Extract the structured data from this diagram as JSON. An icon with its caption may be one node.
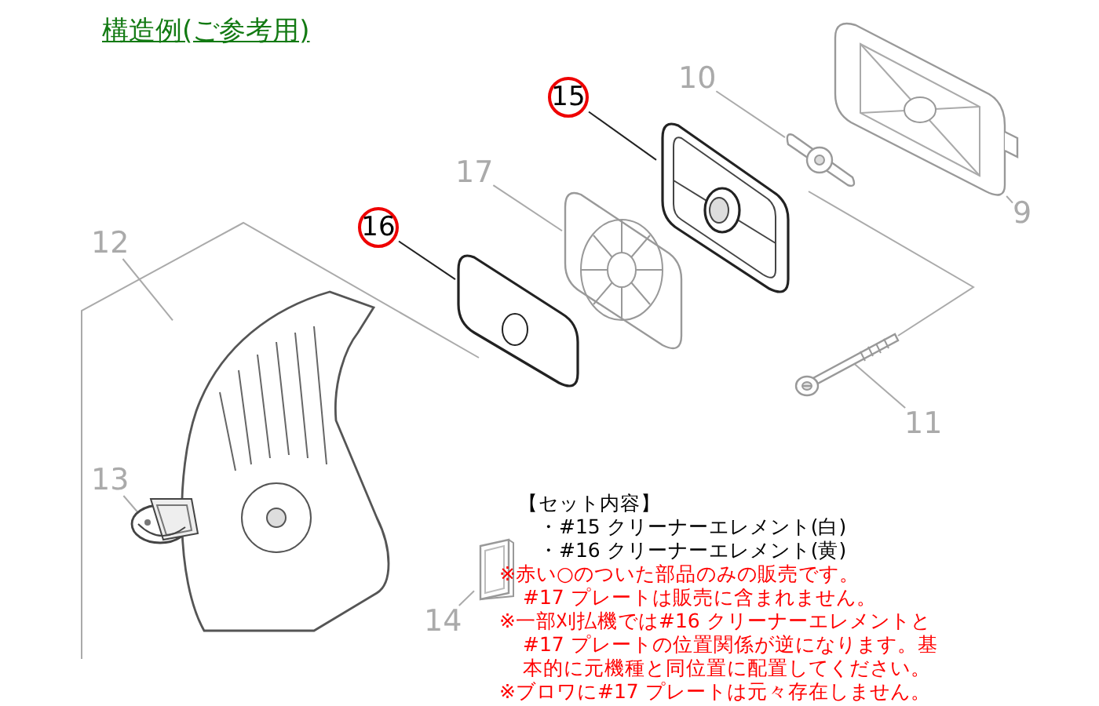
{
  "diagram": {
    "title": "構造例(ご参考用)",
    "nodes": [
      {
        "text": [
          "15"
        ]
      },
      {
        "text": [],
        "shape": "picture"
      },
      {
        "text": [
          "16"
        ]
      },
      {
        "text": [],
        "shape": "picture"
      },
      {
        "text": [
          "17"
        ]
      },
      {
        "text": [],
        "shape": "picture"
      },
      {
        "text": [
          "10"
        ]
      },
      {
        "text": [],
        "shape": "picture"
      },
      {
        "text": [
          "9"
        ]
      },
      {
        "text": [],
        "shape": "picture"
      },
      {
        "text": [
          "11"
        ]
      },
      {
        "text": [],
        "shape": "picture"
      },
      {
        "text": [
          "12"
        ]
      },
      {
        "text": [],
        "shape": "picture"
      },
      {
        "text": [
          "13"
        ]
      },
      {
        "text": [],
        "shape": "picture"
      },
      {
        "text": [
          "14"
        ]
      },
      {
        "text": [],
        "shape": "picture"
      }
    ],
    "edges": [
      {
        "from": 0,
        "to": 1,
        "arrow": "none",
        "color": "#222222"
      },
      {
        "from": 2,
        "to": 3,
        "arrow": "none",
        "color": "#222222"
      },
      {
        "from": 4,
        "to": 5,
        "arrow": "none"
      },
      {
        "from": 6,
        "to": 7,
        "arrow": "none"
      },
      {
        "from": 8,
        "to": 9,
        "arrow": "none"
      },
      {
        "from": 10,
        "to": 11,
        "arrow": "none"
      },
      {
        "from": 12,
        "to": 13,
        "arrow": "none"
      },
      {
        "from": 14,
        "to": 15,
        "arrow": "none"
      },
      {
        "from": 16,
        "to": 17,
        "arrow": "none"
      }
    ],
    "labels": [
      "【セット内容】",
      "・#15 クリーナーエレメント(白)",
      "・#16 クリーナーエレメント(黄)",
      "※赤い○のついた部品のみの販売です。#17 プレートは販売に含まれません。",
      "※一部刈払機では#16 クリーナーエレメントと#17 プレートの位置関係が逆になります。基本的に元機種と同位置に配置してください。",
      "※ブロワに#17 プレートは元々存在しません。"
    ]
  }
}
